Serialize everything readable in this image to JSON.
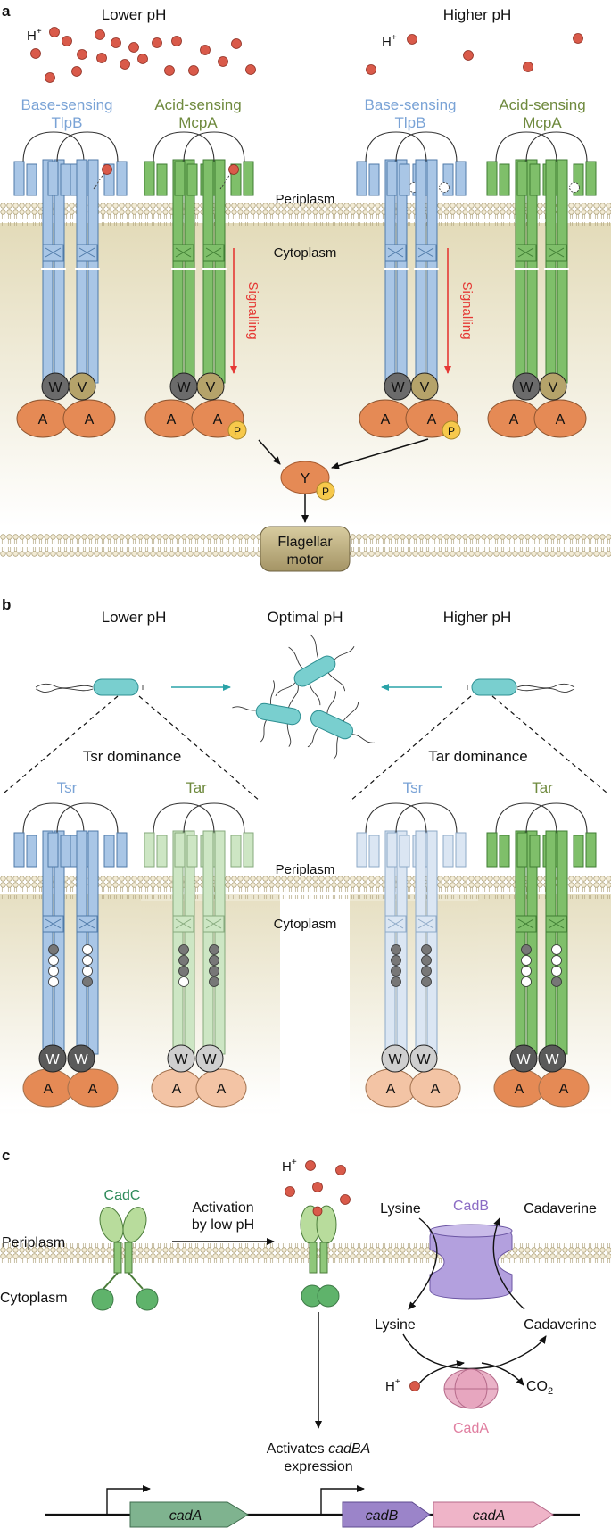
{
  "panels": {
    "a": "a",
    "b": "b",
    "c": "c"
  },
  "a": {
    "lower_ph": "Lower pH",
    "higher_ph": "Higher pH",
    "hplus": "H",
    "hplus_sup": "+",
    "base_sensing": "Base-sensing",
    "tlpb": "TlpB",
    "acid_sensing": "Acid-sensing",
    "mcpa": "McpA",
    "periplasm": "Periplasm",
    "cytoplasm": "Cytoplasm",
    "signalling": "Signalling",
    "w": "W",
    "v": "V",
    "a": "A",
    "p": "P",
    "y": "Y",
    "flagellar": "Flagellar",
    "motor": "motor"
  },
  "b": {
    "lower_ph": "Lower pH",
    "optimal_ph": "Optimal pH",
    "higher_ph": "Higher pH",
    "tsr_dominance": "Tsr dominance",
    "tar_dominance": "Tar dominance",
    "tsr": "Tsr",
    "tar": "Tar",
    "periplasm": "Periplasm",
    "cytoplasm": "Cytoplasm",
    "w": "W",
    "a": "A"
  },
  "c": {
    "cadc": "CadC",
    "activation1": "Activation",
    "activation2": "by low pH",
    "hplus": "H",
    "hplus_sup": "+",
    "periplasm": "Periplasm",
    "cytoplasm": "Cytoplasm",
    "lysine": "Lysine",
    "cadaverine": "Cadaverine",
    "cadb": "CadB",
    "cada": "CadA",
    "co2": "CO",
    "co2_sub": "2",
    "activates": "Activates ",
    "cadba": "cadBA",
    "expression": "expression",
    "gene_cada": "cadA",
    "gene_cadb": "cadB"
  },
  "colors": {
    "blue": "#a9c6e6",
    "blue_pale": "#dbe6f3",
    "green": "#7fbf6a",
    "green_pale": "#cde6c4",
    "cheA": "#e58a55",
    "cheA_pale": "#f3c4a5",
    "signal_red": "#e53935",
    "cadb_purple": "#9b84c9",
    "cada_pink": "#e7a6bf",
    "gene_green": "#7fb38f",
    "cytoplasm_bg": "#e6dfbf"
  }
}
